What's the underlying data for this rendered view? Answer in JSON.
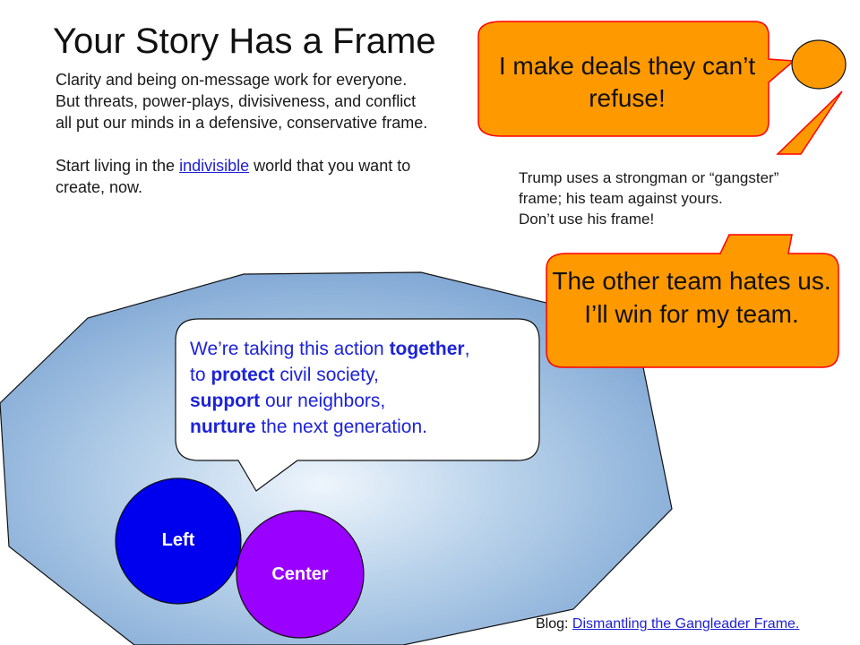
{
  "title": "Your Story Has a Frame",
  "intro": {
    "paragraph1": "Clarity and being on-message work for everyone. But threats, power-plays, divisiveness, and conflict all put our minds in a defensive, conservative frame.",
    "paragraph2_before": "Start living in the ",
    "paragraph2_link": "indivisible",
    "paragraph2_after": " world that you want to create, now."
  },
  "trump_note": {
    "line1": "Trump uses a strongman or “gangster”",
    "line2": "frame; his team against yours.",
    "line3": "Don’t use his frame!"
  },
  "bubble_top": {
    "text": "I make deals they can’t refuse!"
  },
  "bubble_bottom": {
    "text": "The other team hates us. I’ll win for my team."
  },
  "action_bubble": {
    "line1_pre": "We’re taking this action ",
    "line1_bold": "together",
    "line1_post": ",",
    "line2_pre": "to ",
    "line2_bold": "protect",
    "line2_post": " civil society,",
    "line3_bold": "support",
    "line3_post": " our neighbors,",
    "line4_bold": "nurture",
    "line4_post": " the next generation."
  },
  "circles": {
    "left_label": "Left",
    "center_label": "Center"
  },
  "blog": {
    "prefix": "Blog: ",
    "link_text": "Dismantling the Gangleader Frame."
  },
  "colors": {
    "orange_fill": "#ff9900",
    "red_border": "#ff0000",
    "left_circle": "#0000ee",
    "center_circle": "#9900ff",
    "action_text": "#1d23d8",
    "link": "#1f1fd6"
  }
}
